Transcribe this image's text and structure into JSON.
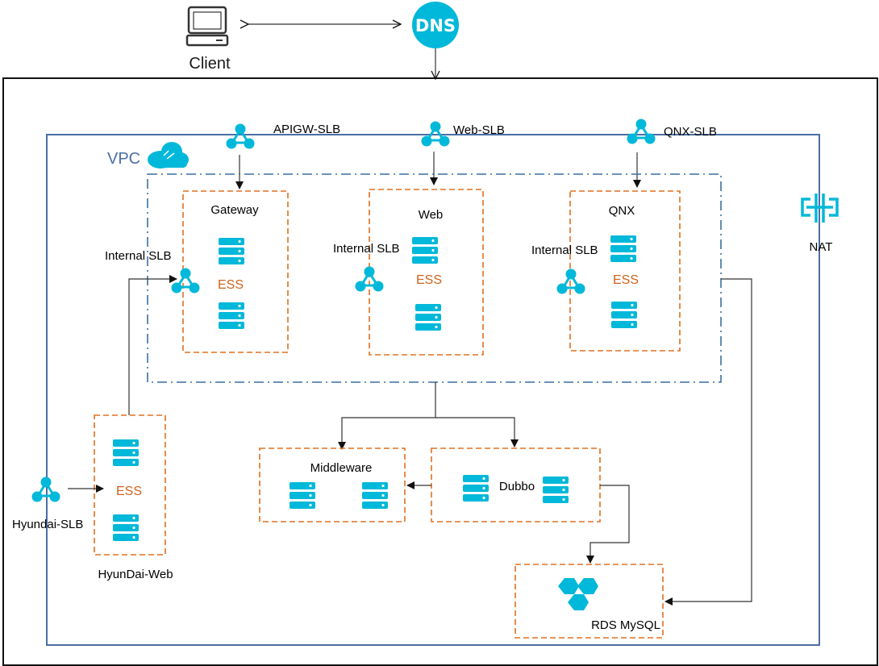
{
  "client": {
    "label": "Client"
  },
  "dns": {
    "label": "DNS"
  },
  "vpc": {
    "label": "VPC"
  },
  "nat": {
    "label": "NAT"
  },
  "slbs": {
    "apigw": "APIGW-SLB",
    "web": "Web-SLB",
    "qnx": "QNX-SLB",
    "hyundai": "Hyundai-SLB"
  },
  "groups": {
    "gateway": {
      "title": "Gateway",
      "ess": "ESS",
      "internal": "Internal SLB"
    },
    "web": {
      "title": "Web",
      "ess": "ESS",
      "internal": "Internal SLB"
    },
    "qnx": {
      "title": "QNX",
      "ess": "ESS",
      "internal": "Internal SLB"
    },
    "hyundai_web": {
      "title": "HyunDai-Web",
      "ess": "ESS"
    },
    "middleware": {
      "title": "Middleware"
    },
    "dubbo": {
      "title": "Dubbo"
    },
    "rds": {
      "title": "RDS  MySQL"
    }
  },
  "colors": {
    "icon": "#00b8d9",
    "vpc_border": "#4a6fa5",
    "group_border": "#e07020",
    "ess_text": "#d0631d"
  }
}
